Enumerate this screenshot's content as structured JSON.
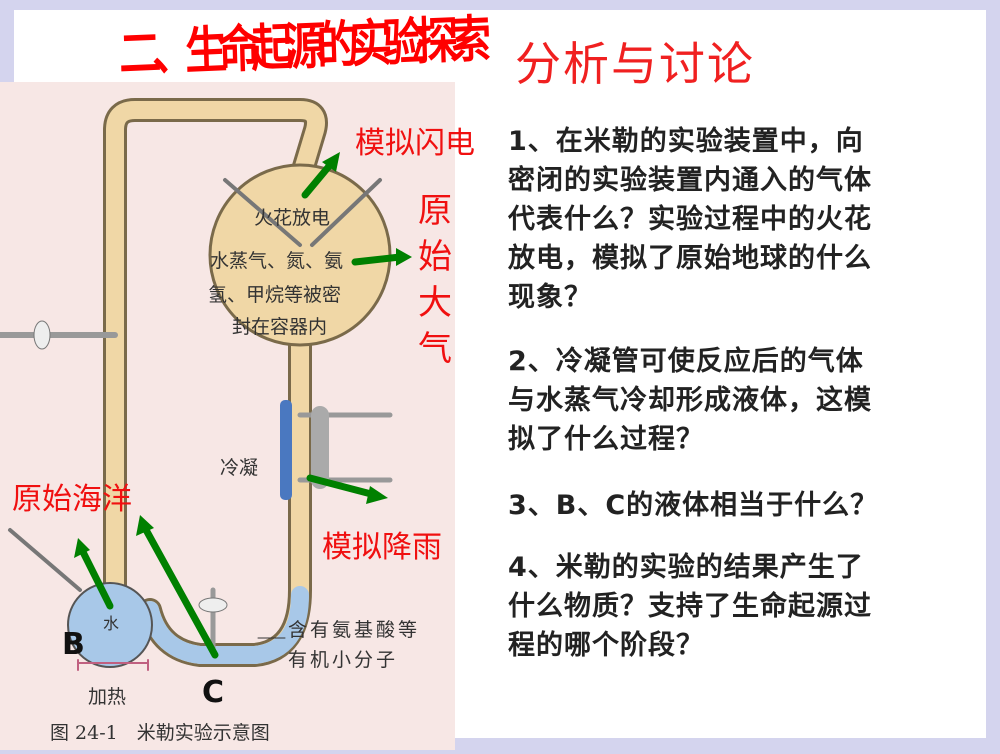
{
  "title": "二、生命起源的实验探索",
  "subtitle": "分析与讨论",
  "questions": [
    {
      "lines": [
        "1、在米勒的实验装置中，向",
        "密闭的实验装置内通入的气体",
        "代表什么？实验过程中的火花",
        "放电，模拟了原始地球的什么",
        "现象？"
      ]
    },
    {
      "lines": [
        "2、冷凝管可使反应后的气体",
        "与水蒸气冷却形成液体，这模",
        "拟了什么过程？"
      ]
    },
    {
      "lines": [
        "3、B、C的液体相当于什么？"
      ]
    },
    {
      "lines": [
        "4、米勒的实验的结果产生了",
        "什么物质？支持了生命起源过",
        "程的哪个阶段？"
      ]
    }
  ],
  "annotations": {
    "lightning": "模拟闪电",
    "atmosphere": "原始大气",
    "ocean": "原始海洋",
    "rain": "模拟降雨"
  },
  "diagram": {
    "spark": "火花放电",
    "flask_lines": [
      "水蒸气、氮、氨",
      "氢、甲烷等被密",
      "封在容器内"
    ],
    "condense": "冷凝",
    "water": "水",
    "heat": "加热",
    "product_lines": [
      "含有氨基酸等",
      "有机小分子"
    ],
    "label_b": "B",
    "label_c": "C",
    "caption": "图 24-1　米勒实验示意图"
  },
  "colors": {
    "title": "#ff0000",
    "arrow": "#008000",
    "water": "#a8c8e8",
    "tube": "#f0d7a6"
  }
}
